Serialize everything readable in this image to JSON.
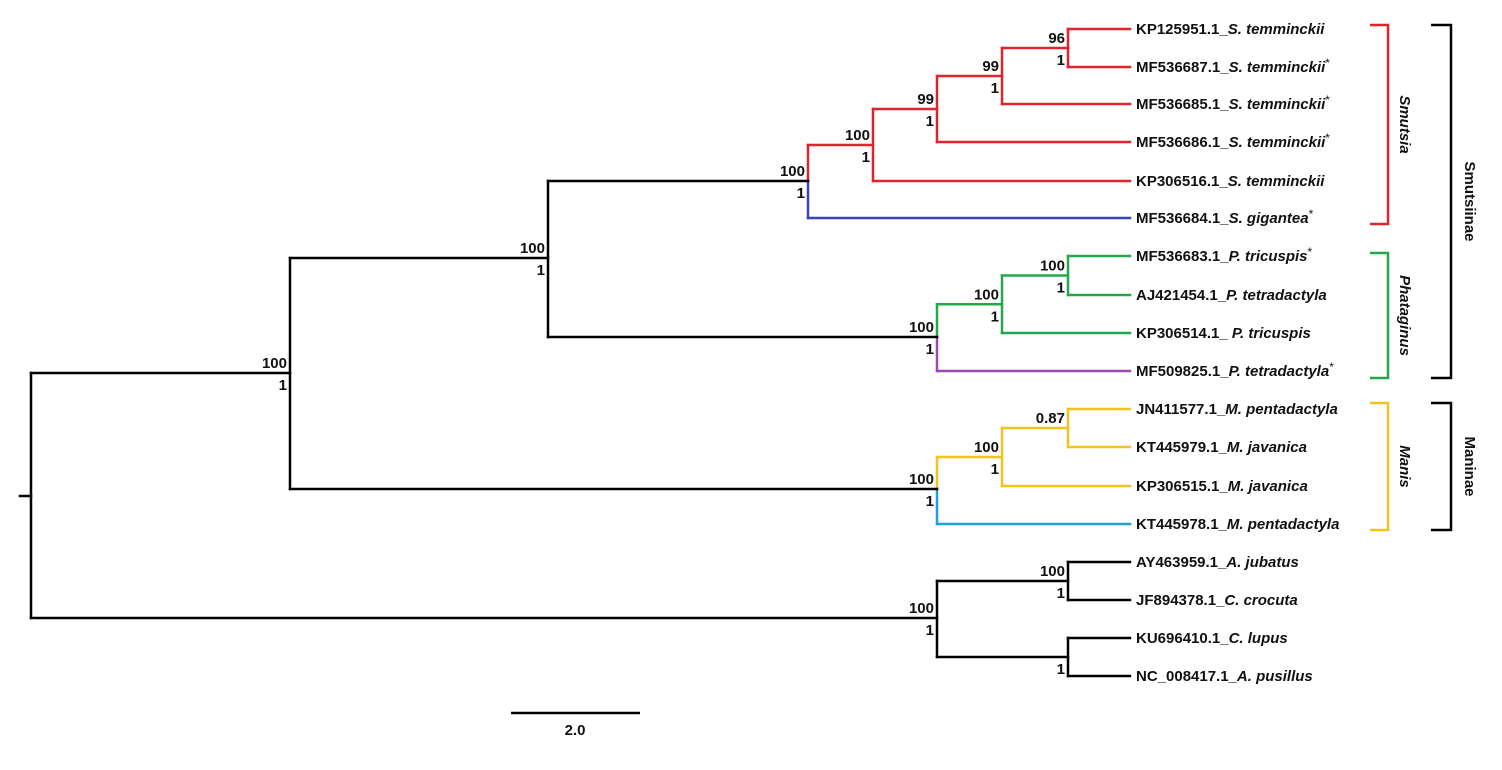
{
  "tree": {
    "taxa": [
      {
        "accession": "KP125951.1_",
        "species": "S. temminckii",
        "star": false,
        "color": "#e0242b"
      },
      {
        "accession": "MF536687.1_",
        "species": "S. temminckii",
        "star": true,
        "color": "#e0242b"
      },
      {
        "accession": "MF536685.1_",
        "species": "S. temminckii",
        "star": true,
        "color": "#e0242b"
      },
      {
        "accession": "MF536686.1_",
        "species": "S. temminckii",
        "star": true,
        "color": "#e0242b"
      },
      {
        "accession": "KP306516.1_",
        "species": "S. temminckii",
        "star": false,
        "color": "#e0242b"
      },
      {
        "accession": "MF536684.1_",
        "species": "S. gigantea",
        "star": true,
        "color": "#3a46b8"
      },
      {
        "accession": "MF536683.1_",
        "species": "P. tricuspis",
        "star": true,
        "color": "#22a84a"
      },
      {
        "accession": "AJ421454.1_",
        "species": "P. tetradactyla",
        "star": false,
        "color": "#22a84a"
      },
      {
        "accession": "KP306514.1_ ",
        "species": "P. tricuspis",
        "star": false,
        "color": "#22a84a"
      },
      {
        "accession": "MF509825.1_",
        "species": "P. tetradactyla",
        "star": true,
        "color": "#9b4aaf"
      },
      {
        "accession": "JN411577.1_",
        "species": "M. pentadactyla",
        "star": false,
        "color": "#f2c31c"
      },
      {
        "accession": "KT445979.1_",
        "species": "M. javanica",
        "star": false,
        "color": "#f2c31c"
      },
      {
        "accession": "KP306515.1_",
        "species": "M. javanica",
        "star": false,
        "color": "#f2c31c"
      },
      {
        "accession": "KT445978.1_",
        "species": "M. pentadactyla",
        "star": false,
        "color": "#1ea0d8"
      },
      {
        "accession": "AY463959.1_",
        "species": "A. jubatus",
        "star": false,
        "color": "#000000"
      },
      {
        "accession": "JF894378.1_",
        "species": "C. crocuta",
        "star": false,
        "color": "#000000"
      },
      {
        "accession": "KU696410.1_",
        "species": "C. lupus",
        "star": false,
        "color": "#000000"
      },
      {
        "accession": "NC_008417.1_",
        "species": "A. pusillus",
        "star": false,
        "color": "#000000"
      }
    ],
    "star_symbol": "*",
    "node_support": [
      {
        "id": "n1",
        "bootstrap": "96",
        "posterior": "1"
      },
      {
        "id": "n2",
        "bootstrap": "99",
        "posterior": "1"
      },
      {
        "id": "n3",
        "bootstrap": "99",
        "posterior": "1"
      },
      {
        "id": "n4",
        "bootstrap": "100",
        "posterior": "1"
      },
      {
        "id": "n5",
        "bootstrap": "100",
        "posterior": "1"
      },
      {
        "id": "n6",
        "bootstrap": "100",
        "posterior": "1"
      },
      {
        "id": "n7",
        "bootstrap": "100",
        "posterior": "1"
      },
      {
        "id": "n8",
        "bootstrap": "100",
        "posterior": "1"
      },
      {
        "id": "n9",
        "bootstrap": "100",
        "posterior": "1"
      },
      {
        "id": "n10",
        "bootstrap": "0.87",
        "posterior": ""
      },
      {
        "id": "n11",
        "bootstrap": "100",
        "posterior": "1"
      },
      {
        "id": "n12",
        "bootstrap": "100",
        "posterior": "1"
      },
      {
        "id": "n13",
        "bootstrap": "100",
        "posterior": "1"
      },
      {
        "id": "n14",
        "bootstrap": "100",
        "posterior": "1"
      },
      {
        "id": "n15",
        "bootstrap": "",
        "posterior": "1"
      }
    ]
  },
  "genus_brackets": [
    {
      "label": "Smutsia",
      "color": "#e0242b"
    },
    {
      "label": "Phataginus",
      "color": "#22a84a"
    },
    {
      "label": "Manis",
      "color": "#f2c31c"
    }
  ],
  "subfamily_brackets": [
    {
      "label": "Smutsiinae"
    },
    {
      "label": "Maninae"
    }
  ],
  "scale_bar": {
    "label": "2.0"
  }
}
